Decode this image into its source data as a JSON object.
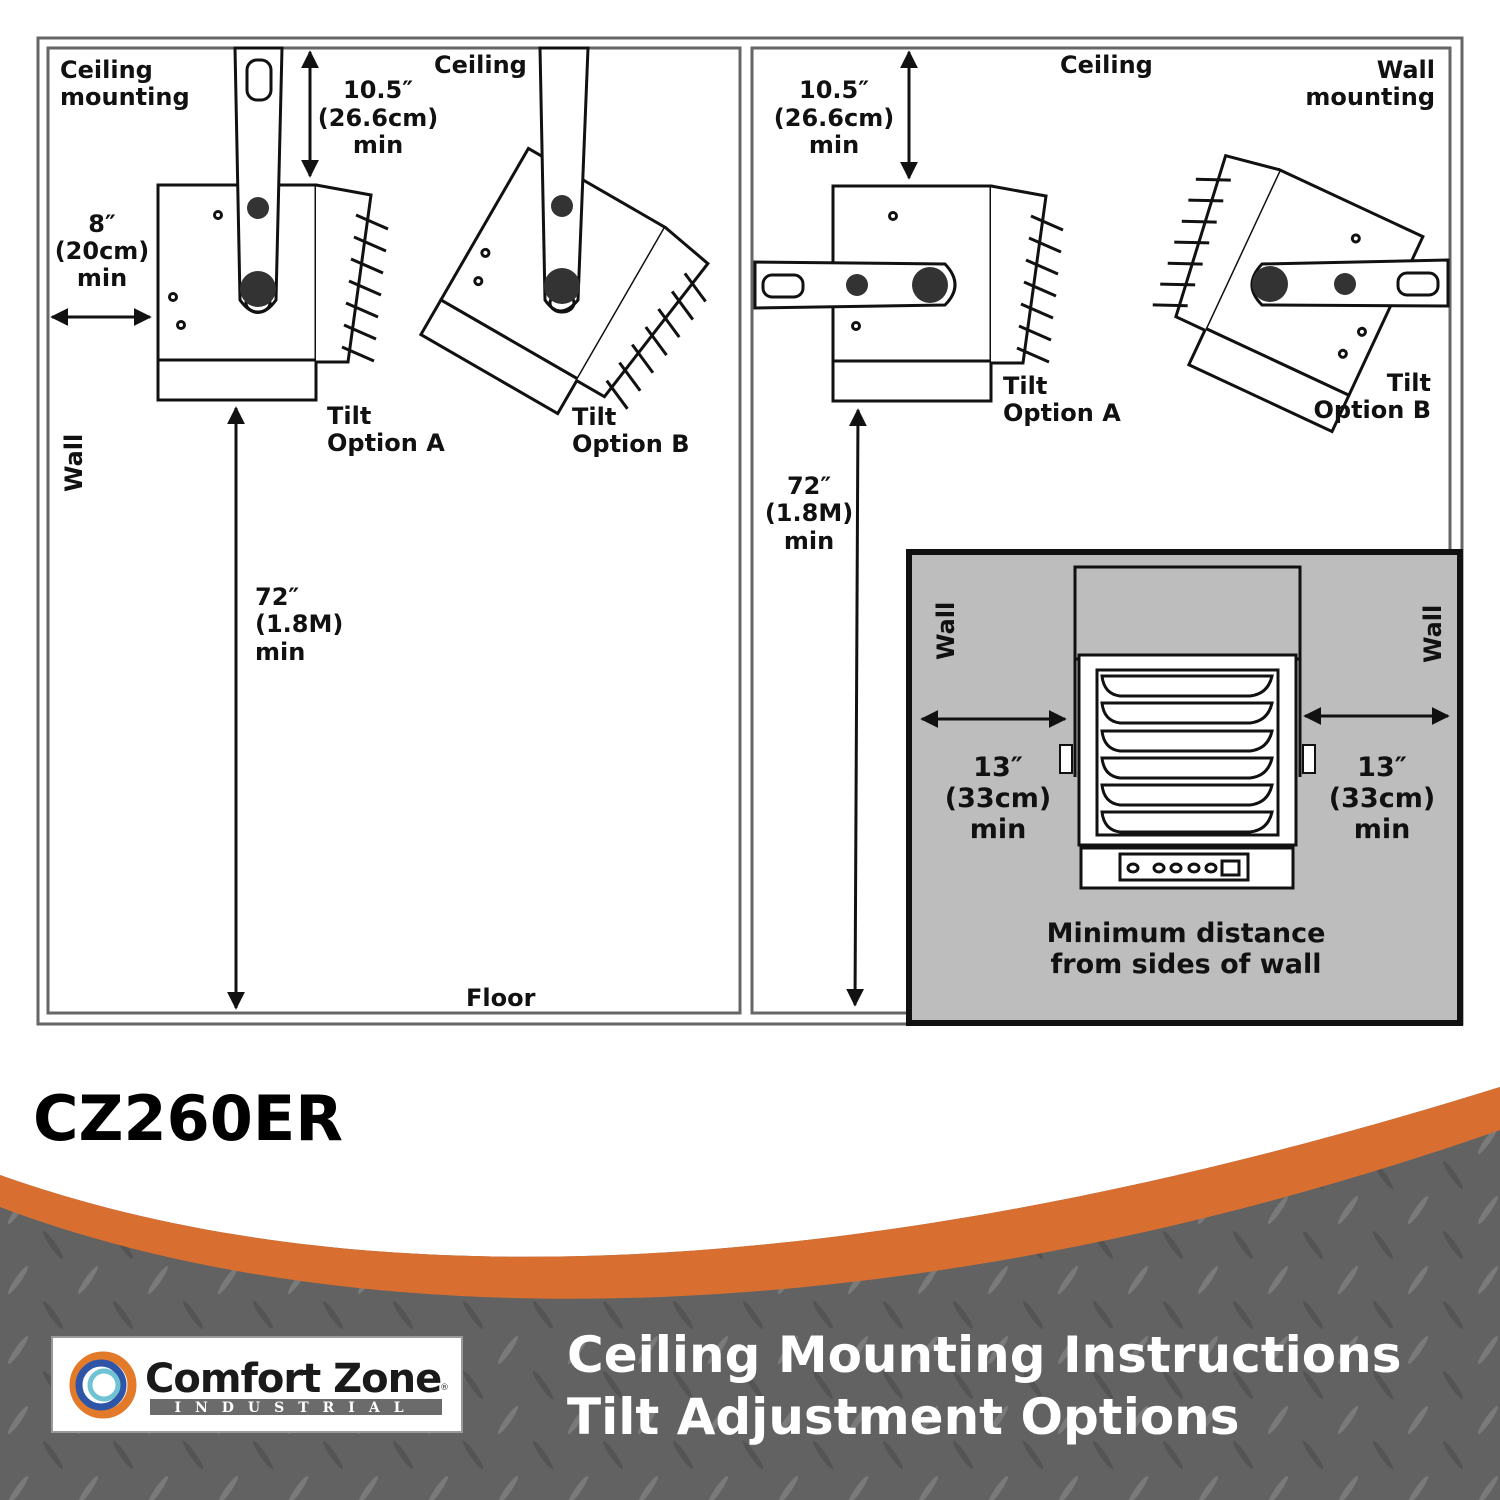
{
  "left_panel": {
    "ceiling_mounting_1": "Ceiling",
    "ceiling_mounting_2": "mounting",
    "ceiling": "Ceiling",
    "top_clearance": [
      "10.5″",
      "(26.6cm)",
      "min"
    ],
    "side_clearance": [
      "8″",
      "(20cm)",
      "min"
    ],
    "floor_clearance": [
      "72″",
      "(1.8M)",
      "min"
    ],
    "tilt_a": [
      "Tilt",
      "Option A"
    ],
    "tilt_b": [
      "Tilt",
      "Option B"
    ],
    "wall": "Wall",
    "floor": "Floor"
  },
  "right_panel": {
    "ceiling": "Ceiling",
    "wall_mounting_1": "Wall",
    "wall_mounting_2": "mounting",
    "top_clearance": [
      "10.5″",
      "(26.6cm)",
      "min"
    ],
    "floor_clearance": [
      "72″",
      "(1.8M)",
      "min"
    ],
    "tilt_a": [
      "Tilt",
      "Option A"
    ],
    "tilt_b": [
      "Tilt",
      "Option B"
    ]
  },
  "inset": {
    "wall_left": "Wall",
    "wall_right": "Wall",
    "left_clearance": [
      "13″",
      "(33cm)",
      "min"
    ],
    "right_clearance": [
      "13″",
      "(33cm)",
      "min"
    ],
    "caption": [
      "Minimum distance",
      "from sides of wall"
    ]
  },
  "model": "CZ260ER",
  "brand": {
    "name": "Comfort Zone",
    "sub": "INDUSTRIAL",
    "reg": "®"
  },
  "title": [
    "Ceiling Mounting Instructions",
    "Tilt Adjustment Options"
  ],
  "colors": {
    "orange": "#d86f30",
    "frame": "#666666",
    "inset_bg": "#bdbdbd",
    "plate": "#626262"
  }
}
